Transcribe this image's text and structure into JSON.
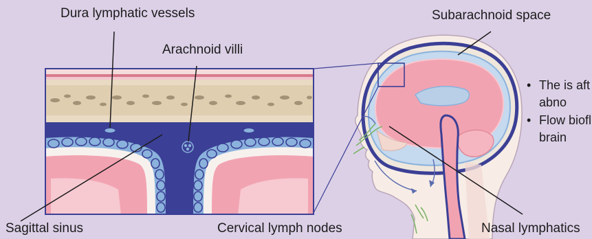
{
  "labels": {
    "dura_lymphatic_vessels": "Dura lymphatic vessels",
    "arachnoid_villi": "Arachnoid villi",
    "subarachnoid_space": "Subarachnoid space",
    "sagittal_sinus": "Sagittal sinus",
    "cervical_lymph_nodes": "Cervical lymph nodes",
    "nasal_lymphatics": "Nasal lymphatics"
  },
  "bullets": [
    "The is aft abno",
    "Flow biofl brain"
  ],
  "colors": {
    "background": "#dcd0e7",
    "brain_pink": "#f2a3b1",
    "vein_blue": "#3b3f95",
    "vessel_light_blue": "#8ab2dc",
    "skin": "#f6ece5",
    "bone": "#e8d9c2"
  }
}
